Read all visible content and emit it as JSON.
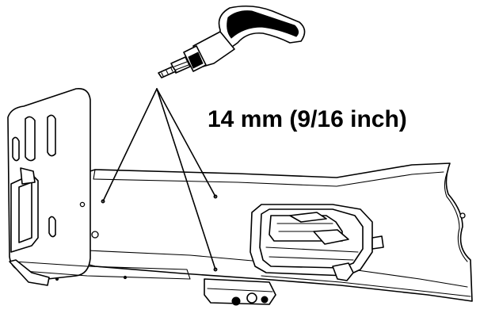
{
  "diagram": {
    "callout_label": "14 mm (9/16 inch)",
    "colors": {
      "line": "#000000",
      "background": "#ffffff"
    },
    "parts": {
      "tool": "impact-driver-icon",
      "frame": "frame-rail-assembly",
      "fastener_count": 3
    }
  }
}
